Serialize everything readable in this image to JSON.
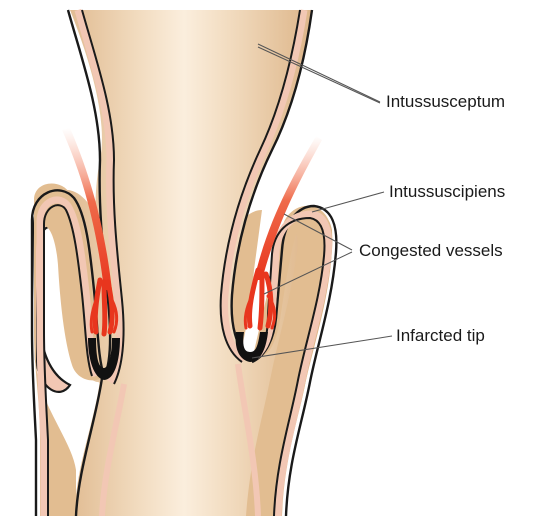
{
  "labels": {
    "intussusceptum": "Intussusceptum",
    "intussuscipiens": "Intussuscipiens",
    "congested_vessels": "Congested vessels",
    "infarcted_tip": "Infarcted tip"
  },
  "colors": {
    "bowel_fill": "#e2bd91",
    "bowel_highlight": "#fbeedd",
    "wall_lining": "#f2c7b4",
    "outline": "#1a1a1a",
    "vessel_red": "#e8361e",
    "vessel_fade": "#f6a58a",
    "infarct": "#111111",
    "leader_line": "#555555"
  }
}
